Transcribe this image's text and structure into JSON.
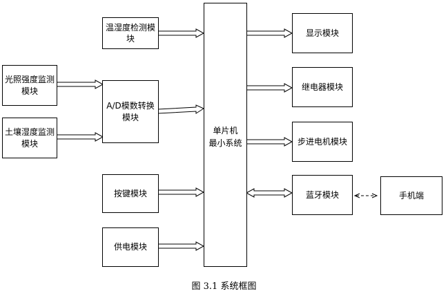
{
  "modules": {
    "temp_humidity": "温湿度检测模块",
    "light": "光照强度监测模块",
    "soil": "土壤湿度监测模块",
    "adc": "A/D模数转换模块",
    "keys": "按键模块",
    "power": "供电模块",
    "mcu_line1": "单片机",
    "mcu_line2": "最小系统",
    "display": "显示模块",
    "relay": "继电器模块",
    "stepper": "步进电机模块",
    "bluetooth": "蓝牙模块",
    "phone": "手机端"
  },
  "caption": "图 3.1  系统框图"
}
